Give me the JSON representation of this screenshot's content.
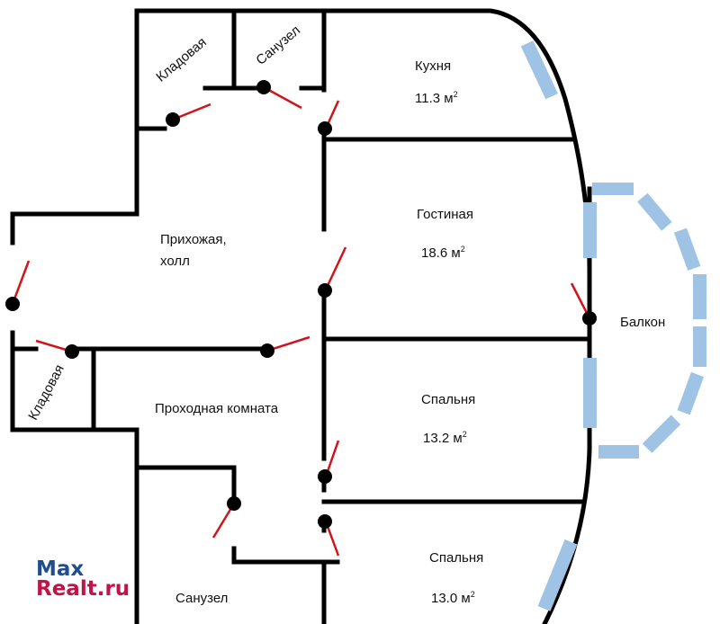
{
  "rooms": [
    {
      "name": "Кладовая"
    },
    {
      "name": "Санузел"
    },
    {
      "name": "Кухня",
      "area": "11.3 м",
      "unit_sup": "2"
    },
    {
      "name": "Гостиная",
      "area": "18.6 м",
      "unit_sup": "2"
    },
    {
      "name": "Прихожая,",
      "name2": "холл"
    },
    {
      "name": "Балкон"
    },
    {
      "name": "Кладовая"
    },
    {
      "name": "Проходная комната"
    },
    {
      "name": "Спальня",
      "area": "13.2 м",
      "unit_sup": "2"
    },
    {
      "name": "Спальня",
      "area": "13.0 м",
      "unit_sup": "2"
    },
    {
      "name": "Санузел"
    }
  ],
  "watermark": {
    "line1": "Max",
    "line2": "Realt.ru"
  },
  "colors": {
    "wall": "#000000",
    "door": "#d0141c",
    "window": "#9fc3e4"
  }
}
